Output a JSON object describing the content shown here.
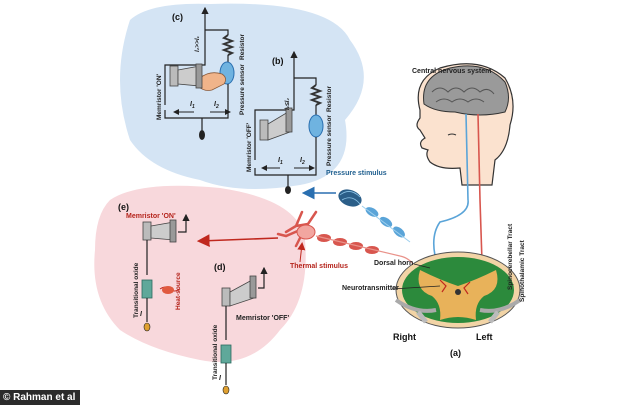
{
  "panels": {
    "a": "(a)",
    "b": "(b)",
    "c": "(c)",
    "d": "(d)",
    "e": "(e)"
  },
  "labels": {
    "cns": "Central nervous system",
    "pressure_stimulus": "Pressure stimulus",
    "thermal_stimulus": "Thermal stimulus",
    "dorsal_horn": "Dorsal horn",
    "neurotransmitter": "Neurotransmitter",
    "right": "Right",
    "left": "Left",
    "spinocerebellar": "Spinocerebellar Tract",
    "spinothalamic": "Spinothalamic Tract",
    "memristor_on": "Memristor 'ON'",
    "memristor_off": "Memristor 'OFF'",
    "pressure_sensor": "Pressure sensor",
    "resistor": "Resistor",
    "transitional_oxide": "Transitional oxide",
    "heat_source": "Heat-source",
    "i1": "I",
    "i1_sub": "1",
    "i2": "I",
    "i2_sub": "2",
    "ineq_c": "I₂>>I₁",
    "ineq_b": "I₁≤I₂",
    "current_i": "I"
  },
  "credit": "© Rahman et al",
  "colors": {
    "blue_bg": "#d4e4f4",
    "pink_bg": "#f8d8dc",
    "arrow_red": "#c0281e",
    "arrow_blue": "#2a6fb0",
    "nerve_red": "#d8564e",
    "nerve_blue": "#5aa4d8",
    "cord_green": "#2c8a3c",
    "cord_orange": "#e8b25a"
  }
}
